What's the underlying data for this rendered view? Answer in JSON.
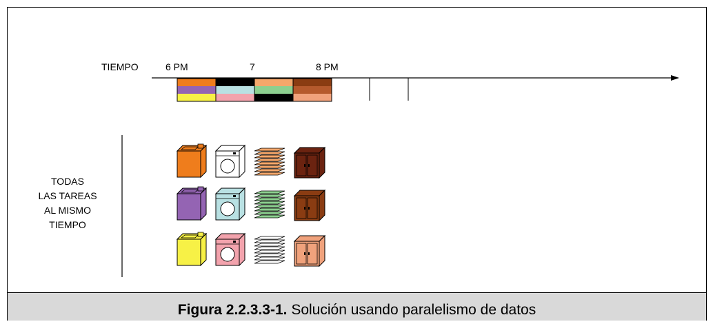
{
  "timeline": {
    "axis_label": "TIEMPO",
    "ticks": [
      "6 PM",
      "7",
      "8 PM"
    ],
    "stages": [
      {
        "name": "lavado",
        "colors": [
          "#ef7d1c",
          "#9464b3",
          "#f7f146"
        ]
      },
      {
        "name": "secado",
        "colors": [
          "#000000",
          "#b9e1e3",
          "#f3a3ad"
        ]
      },
      {
        "name": "doblado",
        "colors": [
          "#f4a76b",
          "#8ccf8f",
          "#000000"
        ]
      },
      {
        "name": "guardado",
        "colors": [
          "#8a3c12",
          "#b55a2d",
          "#f0a27c"
        ]
      }
    ]
  },
  "side_label": [
    "TODAS",
    "LAS TAREAS",
    "AL MISMO",
    "TIEMPO"
  ],
  "rows": [
    {
      "washer": "#ef7d1c",
      "dryer": "#ffffff",
      "folded": "#f4a76b",
      "cabinet": "#6b2310"
    },
    {
      "washer": "#9464b3",
      "dryer": "#b9e1e3",
      "folded": "#8ccf8f",
      "cabinet": "#8a3c12"
    },
    {
      "washer": "#f7f146",
      "dryer": "#f3a3ad",
      "folded": "#ffffff",
      "cabinet": "#f0a27c"
    }
  ],
  "caption": {
    "bold": "Figura 2.2.3.3-1.",
    "text": " Solución usando paralelismo de datos"
  }
}
